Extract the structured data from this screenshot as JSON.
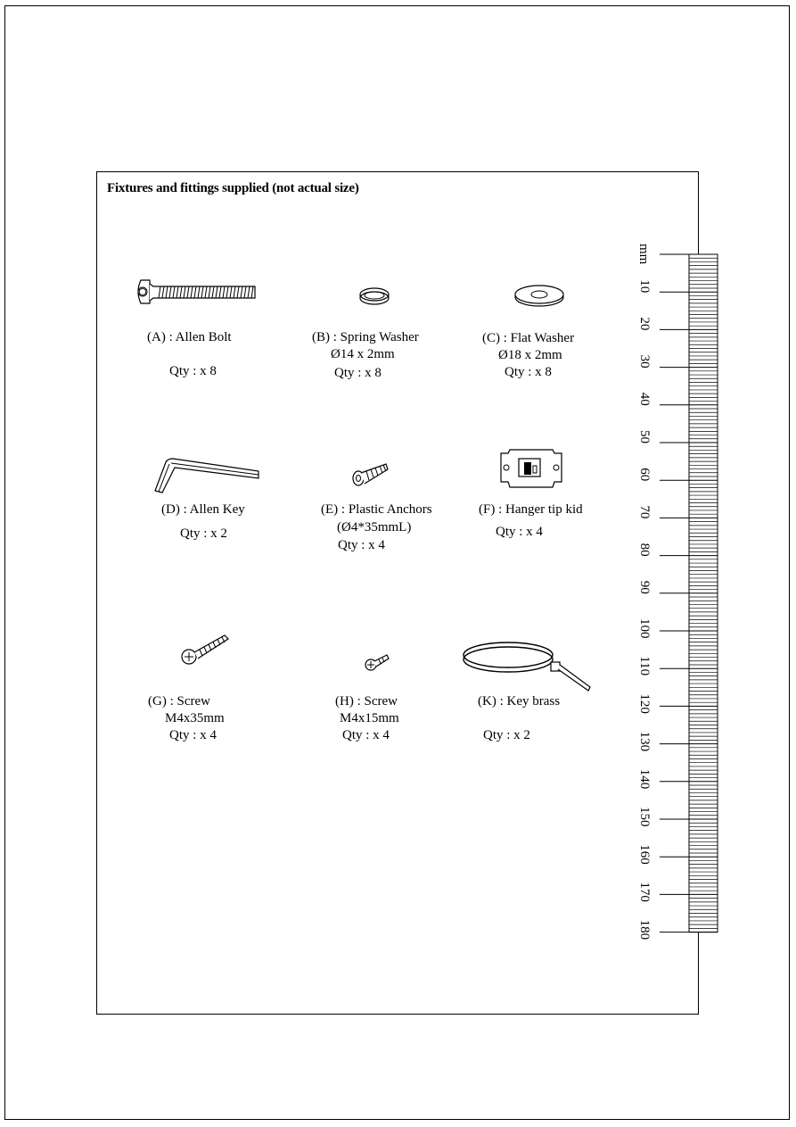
{
  "title": "Fixtures and fittings supplied (not actual size)",
  "items": [
    {
      "id": "A",
      "icon": "allen-bolt-icon",
      "name": "(A) : Allen Bolt",
      "spec": "",
      "qty": "Qty : x 8"
    },
    {
      "id": "B",
      "icon": "spring-washer-icon",
      "name": "(B) : Spring Washer",
      "spec": "Ø14 x 2mm",
      "qty": "Qty : x 8"
    },
    {
      "id": "C",
      "icon": "flat-washer-icon",
      "name": "(C) : Flat Washer",
      "spec": "Ø18 x 2mm",
      "qty": "Qty : x 8"
    },
    {
      "id": "D",
      "icon": "allen-key-icon",
      "name": "(D) : Allen Key",
      "spec": "",
      "qty": "Qty : x 2"
    },
    {
      "id": "E",
      "icon": "plastic-anchor-icon",
      "name": "(E) : Plastic Anchors",
      "spec": "(Ø4*35mmL)",
      "qty": "Qty : x 4"
    },
    {
      "id": "F",
      "icon": "hanger-tip-icon",
      "name": "(F) : Hanger tip kid",
      "spec": "",
      "qty": "Qty : x 4"
    },
    {
      "id": "G",
      "icon": "long-screw-icon",
      "name": "(G) : Screw",
      "spec": "M4x35mm",
      "qty": "Qty : x 4"
    },
    {
      "id": "H",
      "icon": "short-screw-icon",
      "name": "(H) : Screw",
      "spec": "M4x15mm",
      "qty": "Qty : x 4"
    },
    {
      "id": "K",
      "icon": "cable-tie-icon",
      "name": "(K) : Key brass",
      "spec": "",
      "qty": "Qty : x 2"
    }
  ],
  "ruler": {
    "unit": "mm",
    "labels": [
      "10",
      "20",
      "30",
      "40",
      "50",
      "60",
      "70",
      "80",
      "90",
      "100",
      "110",
      "120",
      "130",
      "140",
      "150",
      "160",
      "170",
      "180"
    ]
  }
}
